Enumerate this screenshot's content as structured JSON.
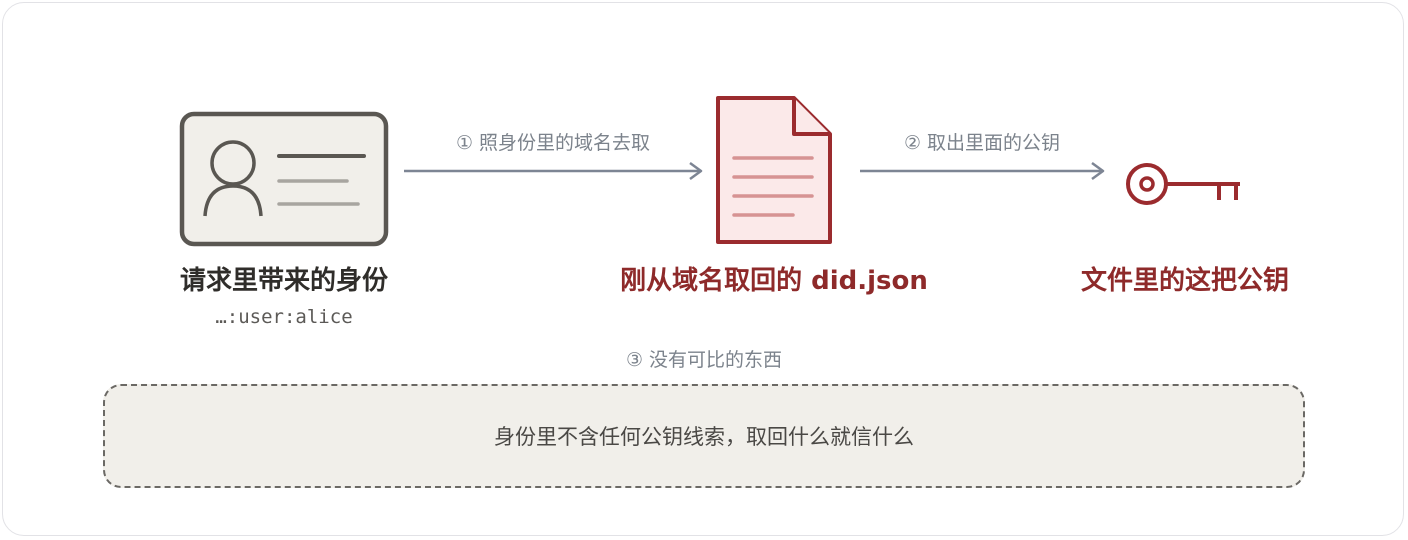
{
  "steps": {
    "step1": "① 照身份里的域名去取",
    "step2": "② 取出里面的公钥",
    "step3": "③ 没有可比的东西"
  },
  "nodes": {
    "identity": {
      "title": "请求里带来的身份",
      "subtitle": "…:user:alice",
      "icon": "id-card-icon"
    },
    "document": {
      "title": "刚从域名取回的 did.json",
      "icon": "document-icon"
    },
    "key": {
      "title": "文件里的这把公钥",
      "icon": "key-icon"
    }
  },
  "note": {
    "text": "身份里不含任何公钥线索，取回什么就信什么"
  },
  "colors": {
    "accent_red": "#9b2b2e",
    "arrow_gray": "#7d8594",
    "card_dark": "#5a5752",
    "doc_fill": "#fbe9e9"
  }
}
